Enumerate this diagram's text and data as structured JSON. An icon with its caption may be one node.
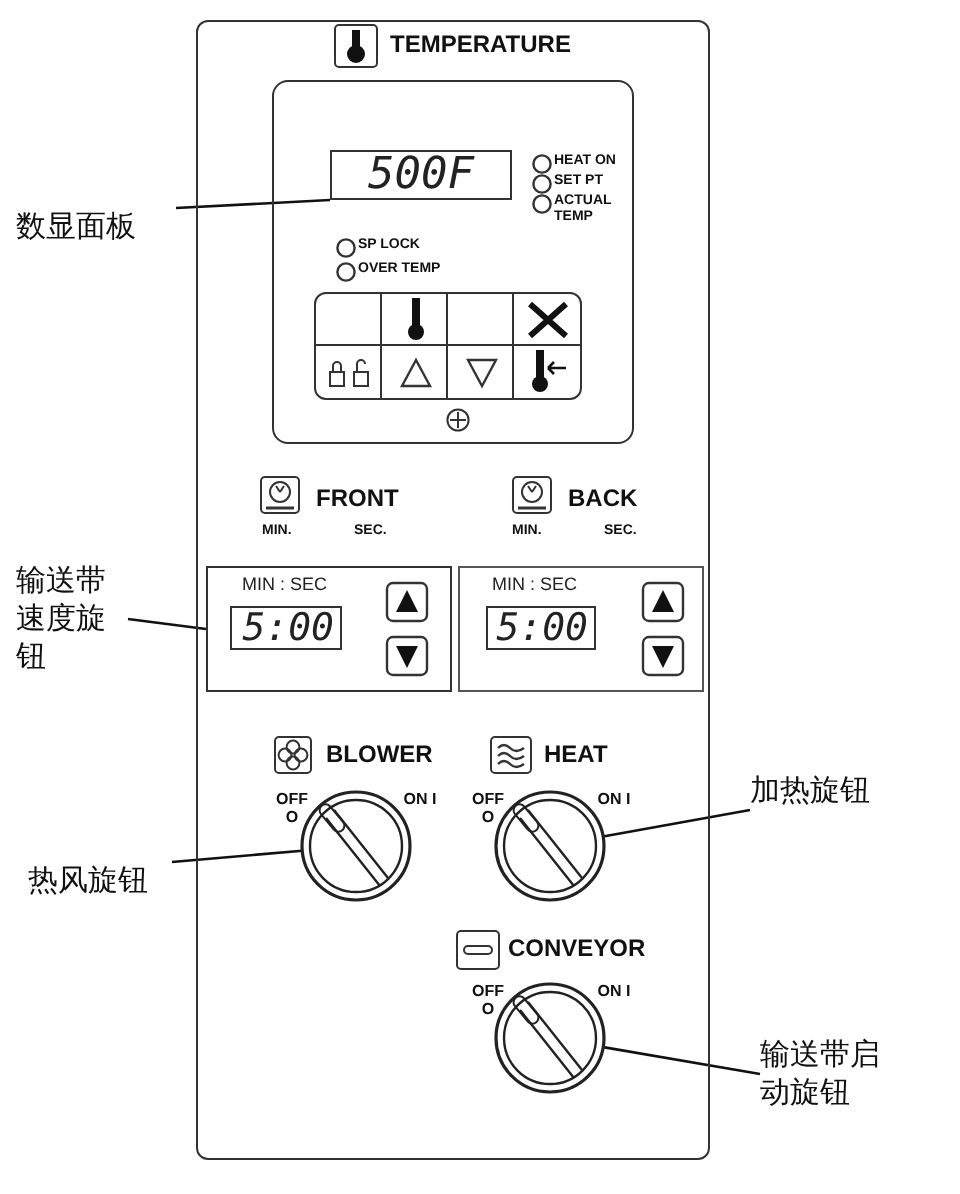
{
  "diagram": {
    "nodes": [
      {
        "text": [
          "数显面板"
        ]
      },
      {
        "text": [
          "500F"
        ]
      },
      {
        "text": [
          "输送带速度旋钮"
        ]
      },
      {
        "text": [
          "MIN : SEC",
          "5:00"
        ]
      },
      {
        "text": [
          "加热旋钮"
        ]
      },
      {
        "text": [],
        "shape": "circle"
      },
      {
        "text": [
          "热风旋钮"
        ]
      },
      {
        "text": [],
        "shape": "circle"
      },
      {
        "text": [],
        "shape": "circle"
      },
      {
        "text": [
          "输送带启动旋钮"
        ]
      }
    ],
    "edges": [
      {
        "from": 0,
        "to": 1,
        "arrow": "none"
      },
      {
        "from": 2,
        "to": 3,
        "arrow": "none"
      },
      {
        "from": 4,
        "to": 5,
        "arrow": "none"
      },
      {
        "from": 6,
        "to": 7,
        "arrow": "none"
      },
      {
        "from": 9,
        "to": 8,
        "arrow": "none"
      }
    ],
    "labels": [
      "TEMPERATURE",
      "HEAT ON",
      "SET PT",
      "ACTUAL TEMP",
      "SP LOCK",
      "OVER TEMP",
      "FRONT",
      "BACK",
      "MIN.",
      "SEC.",
      "MIN.",
      "SEC.",
      "MIN : SEC",
      "5:00",
      "BLOWER",
      "HEAT",
      "OFF O",
      "ON I",
      "OFF O",
      "ON I",
      "CONVEYOR",
      "OFF O",
      "ON I"
    ]
  }
}
